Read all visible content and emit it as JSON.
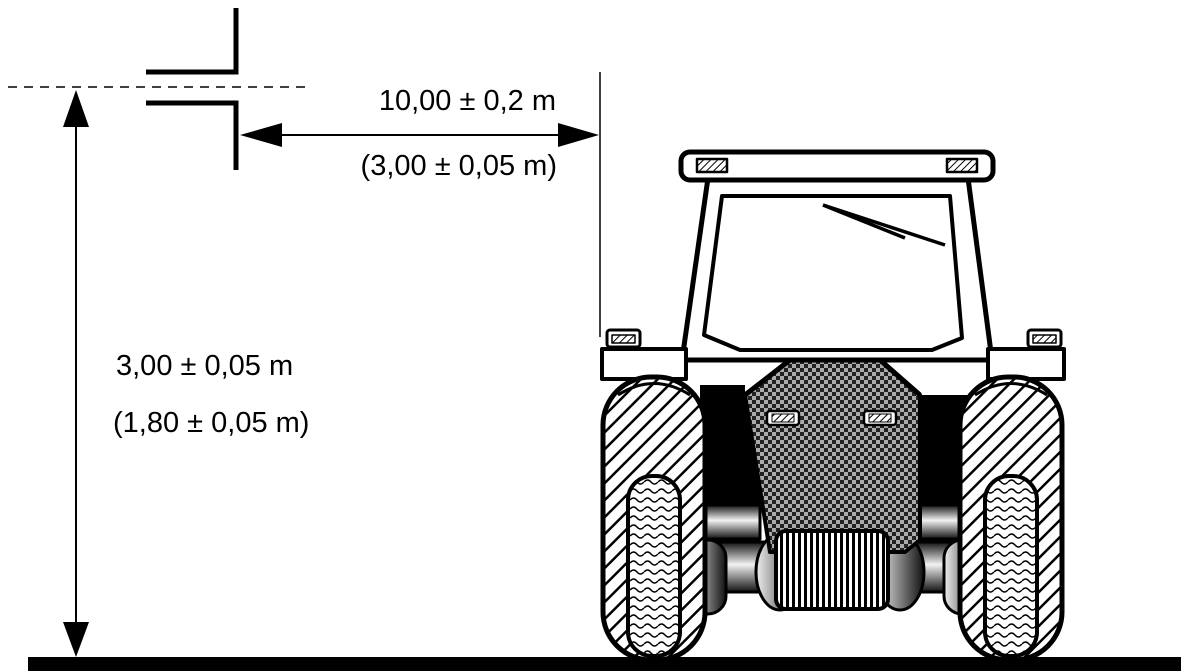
{
  "labels": {
    "horizontal_distance": "10,00 ± 0,2 m",
    "horizontal_distance_alt": "(3,00 ± 0,05 m)",
    "vertical_height": "3,00 ± 0,05 m",
    "vertical_height_alt": "(1,80 ± 0,05 m)"
  },
  "colors": {
    "line": "#000000",
    "background": "#ffffff"
  }
}
